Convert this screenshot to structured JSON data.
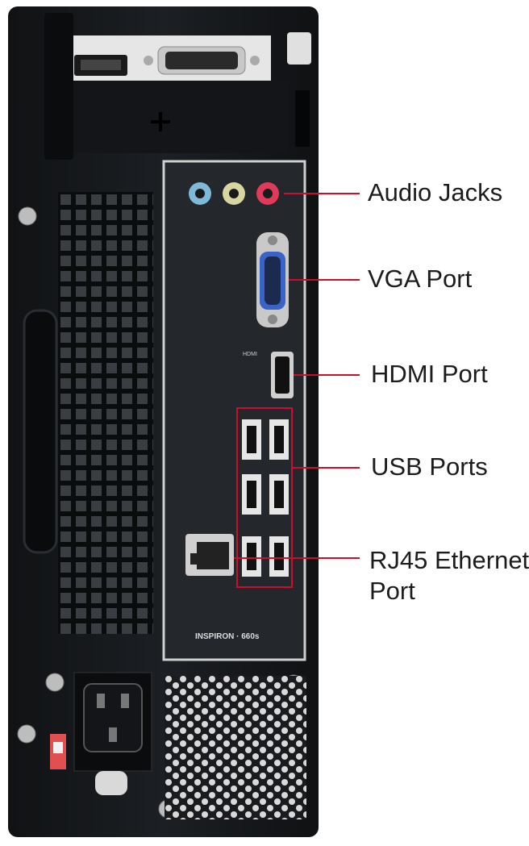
{
  "labels": {
    "audio": "Audio Jacks",
    "vga": "VGA Port",
    "hdmi": "HDMI Port",
    "usb": "USB Ports",
    "rj45_line1": "RJ45 Ethernet",
    "rj45_line2": "Port"
  },
  "panel_text": {
    "model": "INSPIRON · 660s",
    "hdmi_mark": "HDMI"
  },
  "colors": {
    "accent_red": "#c8102e",
    "case_black": "#16181b",
    "panel_dark": "#24272b",
    "text": "#1c1c1c",
    "audio_blue": "#7fb8d8",
    "audio_green": "#d8d6a0",
    "audio_pink": "#e03a5a",
    "vga_blue": "#3a63c8"
  }
}
